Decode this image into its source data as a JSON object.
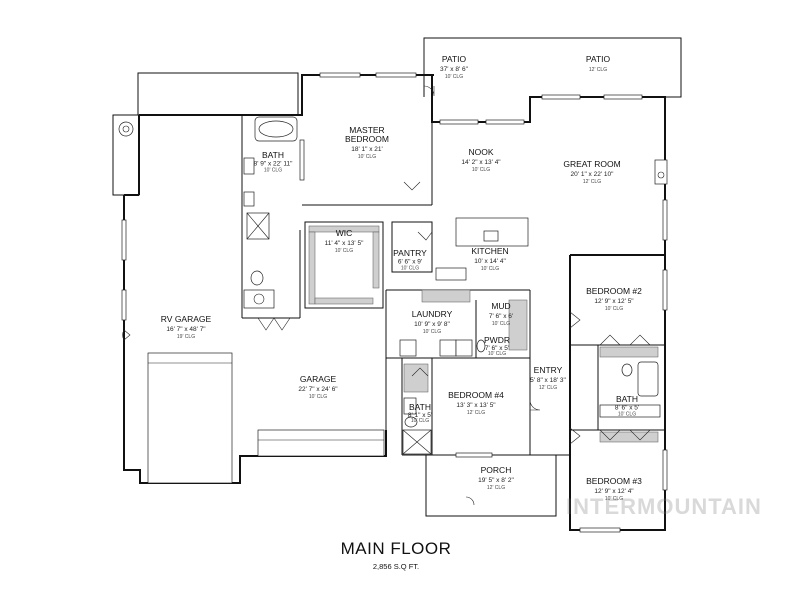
{
  "plan": {
    "title": "MAIN FLOOR",
    "area": "2,856 S.Q FT.",
    "watermark": "INTERMOUNTAIN",
    "line_color": "#111111",
    "fill_color": "#cfcfcf",
    "rooms": [
      {
        "id": "patio-1",
        "name": "PATIO",
        "dims": "37' x 8' 6\"",
        "clg": "10' CLG"
      },
      {
        "id": "patio-2",
        "name": "PATIO",
        "dims": "",
        "clg": "12' CLG"
      },
      {
        "id": "master-bedroom",
        "name": "MASTER",
        "name2": "BEDROOM",
        "dims": "18' 1\" x 21'",
        "clg": "10' CLG"
      },
      {
        "id": "bath-master",
        "name": "BATH",
        "dims": "8' 9\" x 22' 11\"",
        "clg": "10' CLG"
      },
      {
        "id": "nook",
        "name": "NOOK",
        "dims": "14' 2\" x 13' 4\"",
        "clg": "10' CLG"
      },
      {
        "id": "great-room",
        "name": "GREAT ROOM",
        "dims": "20' 1\" x 22' 10\"",
        "clg": "12' CLG"
      },
      {
        "id": "wic",
        "name": "WIC",
        "dims": "11' 4\" x 13' 5\"",
        "clg": "10' CLG"
      },
      {
        "id": "pantry",
        "name": "PANTRY",
        "dims": "6' 6\" x 9'",
        "clg": "10' CLG"
      },
      {
        "id": "kitchen",
        "name": "KITCHEN",
        "dims": "10' x 14' 4\"",
        "clg": "10' CLG"
      },
      {
        "id": "rv-garage",
        "name": "RV GARAGE",
        "dims": "16' 7\" x 48' 7\"",
        "clg": "19' CLG"
      },
      {
        "id": "mud",
        "name": "MUD",
        "dims": "7' 6\" x 6'",
        "clg": "10' CLG"
      },
      {
        "id": "laundry",
        "name": "LAUNDRY",
        "dims": "10' 9\" x 9' 8\"",
        "clg": "10' CLG"
      },
      {
        "id": "bedroom-2",
        "name": "BEDROOM #2",
        "dims": "12' 9\" x 12' 5\"",
        "clg": "10' CLG"
      },
      {
        "id": "pwdr",
        "name": "PWDR",
        "dims": "7' 6\" x 5'",
        "clg": "10' CLG"
      },
      {
        "id": "entry",
        "name": "ENTRY",
        "dims": "5' 8\" x 18' 3\"",
        "clg": "12' CLG"
      },
      {
        "id": "garage",
        "name": "GARAGE",
        "dims": "22' 7\" x 24' 6\"",
        "clg": "10' CLG"
      },
      {
        "id": "bedroom-4",
        "name": "BEDROOM #4",
        "dims": "13' 3\" x 13' 5\"",
        "clg": "12' CLG"
      },
      {
        "id": "bath-hall",
        "name": "BATH",
        "dims": "8' 6\" x 5'",
        "clg": "10' CLG"
      },
      {
        "id": "bath-4",
        "name": "BATH",
        "dims": "8' 1\" x 5'",
        "clg": "10' CLG"
      },
      {
        "id": "porch",
        "name": "PORCH",
        "dims": "19' 5\" x 8' 2\"",
        "clg": "12' CLG"
      },
      {
        "id": "bedroom-3",
        "name": "BEDROOM #3",
        "dims": "12' 9\" x 12' 4\"",
        "clg": "10' CLG"
      }
    ]
  }
}
